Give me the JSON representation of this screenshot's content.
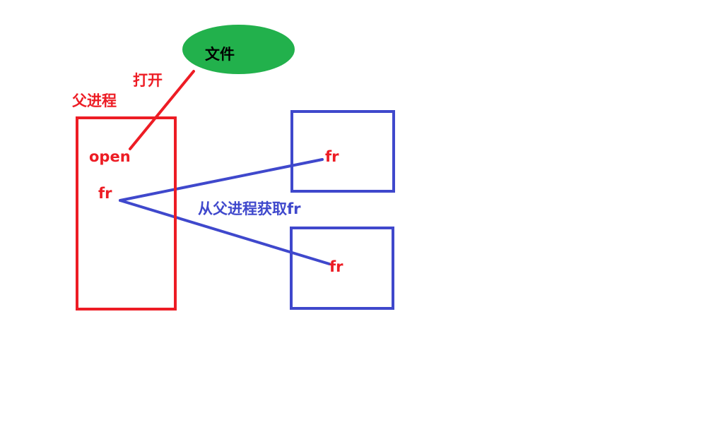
{
  "colors": {
    "parent": "#ed1c24",
    "child": "#3f48cc",
    "file": "#22b14c",
    "file_text": "#000000"
  },
  "file": {
    "label": "文件"
  },
  "open_action": {
    "label": "打开"
  },
  "parent_process": {
    "label": "父进程",
    "open_text": "open",
    "fr_text": "fr"
  },
  "child_processes": [
    {
      "fr_text": "fr"
    },
    {
      "fr_text": "fr"
    }
  ],
  "inherit_label": "从父进程获取fr"
}
